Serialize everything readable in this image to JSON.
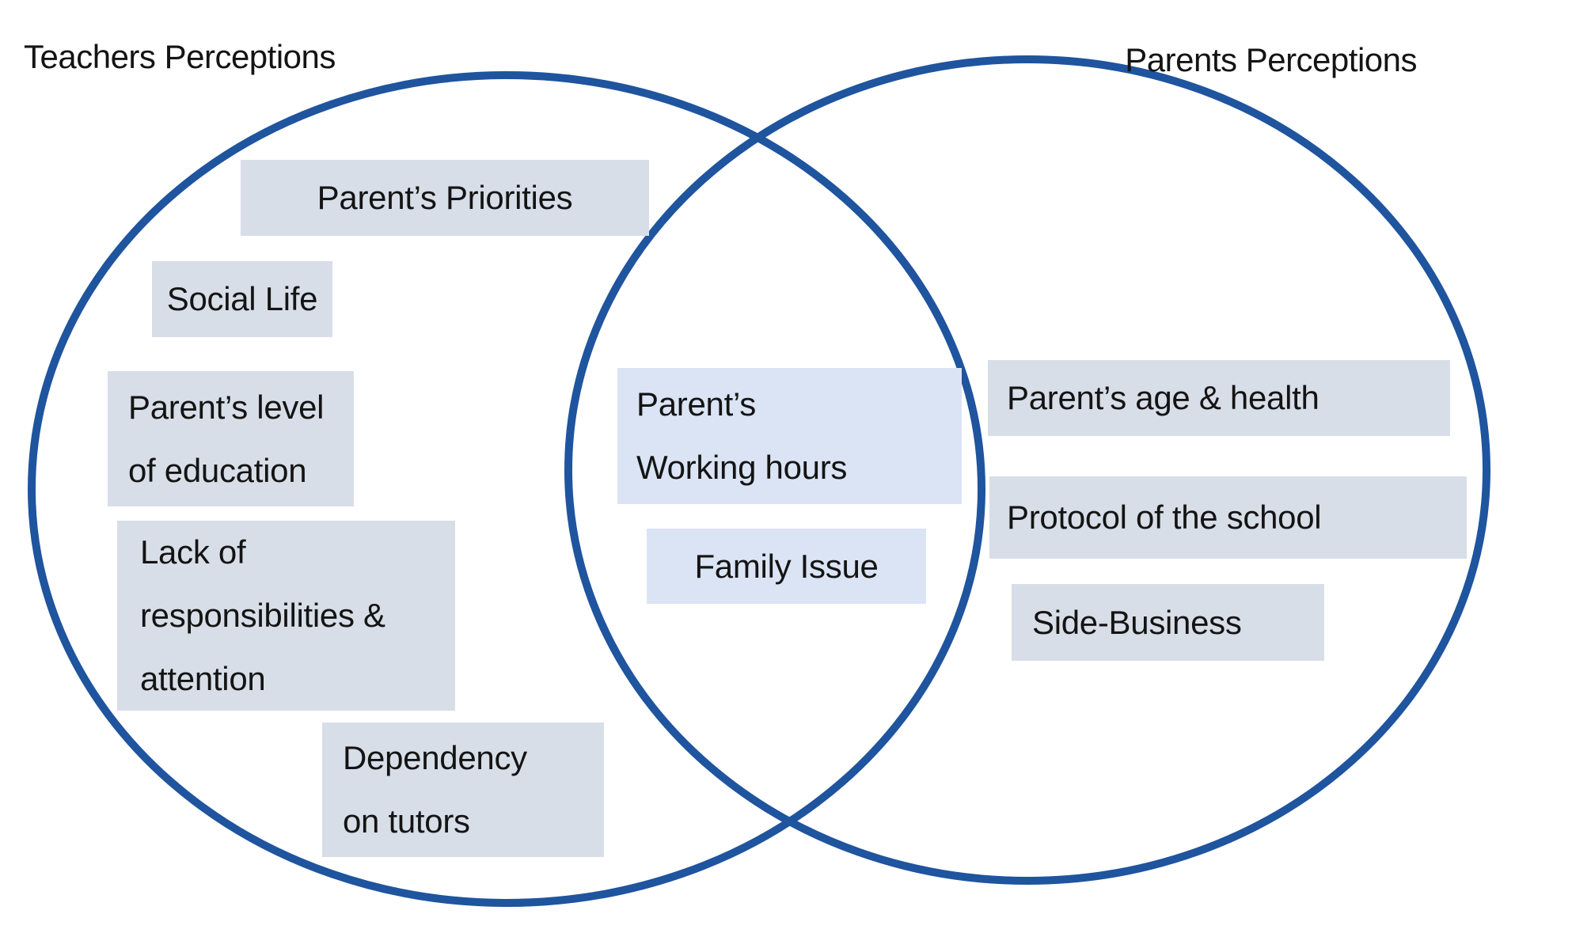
{
  "diagram_type": "venn",
  "colors": {
    "background": "#ffffff",
    "circle_stroke": "#1f549e",
    "item_box_fill": "#d8dee8",
    "intersection_box_fill": "#dae4f4",
    "text": "#141414"
  },
  "left_set": {
    "title": "Teachers Perceptions",
    "items": [
      {
        "label": "Parent’s Priorities"
      },
      {
        "label": "Social Life"
      },
      {
        "label": "Parent’s level\nof education"
      },
      {
        "label": "Lack of\nresponsibilities &\nattention"
      },
      {
        "label": "Dependency\non tutors"
      }
    ]
  },
  "right_set": {
    "title": "Parents Perceptions",
    "items": [
      {
        "label": "Parent’s age & health"
      },
      {
        "label": "Protocol of the school"
      },
      {
        "label": "Side-Business"
      }
    ]
  },
  "intersection": {
    "items": [
      {
        "label": "Parent’s\nWorking hours"
      },
      {
        "label": "Family Issue"
      }
    ]
  }
}
